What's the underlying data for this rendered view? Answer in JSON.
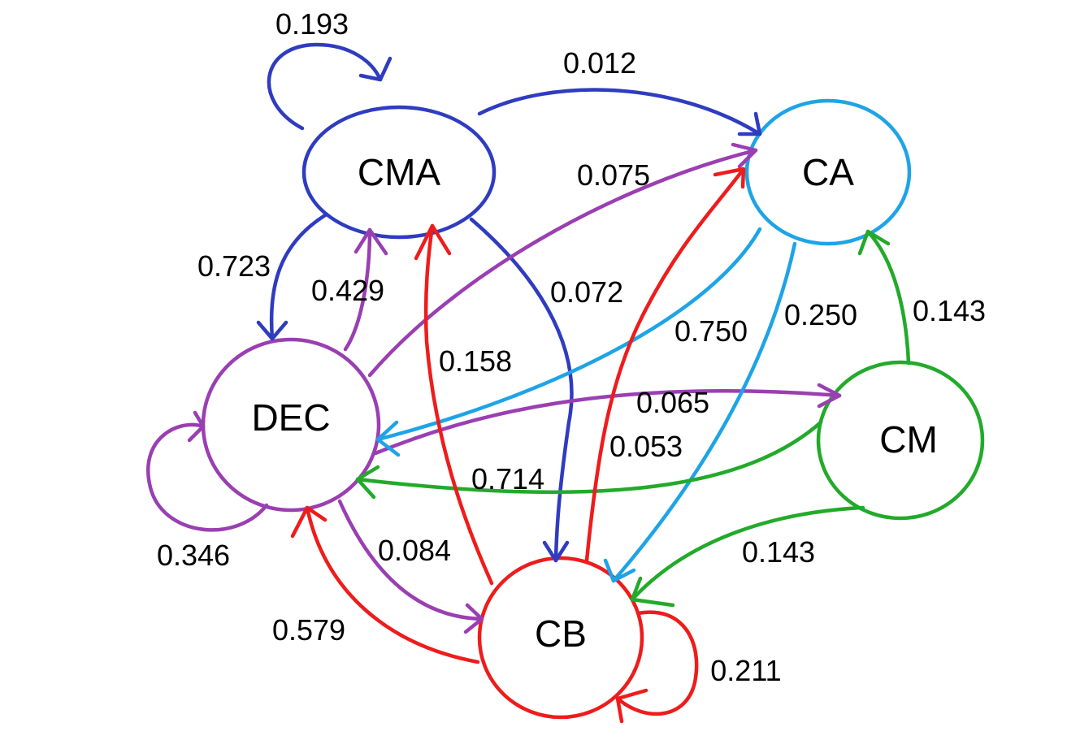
{
  "colors": {
    "CMA": "#2f3cc0",
    "CA": "#1ea4e6",
    "DEC": "#9a3fb2",
    "CM": "#22aa2a",
    "CB": "#ee1c1c"
  },
  "nodes": [
    {
      "id": "CMA",
      "label": "CMA"
    },
    {
      "id": "CA",
      "label": "CA"
    },
    {
      "id": "DEC",
      "label": "DEC"
    },
    {
      "id": "CM",
      "label": "CM"
    },
    {
      "id": "CB",
      "label": "CB"
    }
  ],
  "edges": [
    {
      "from": "CMA",
      "to": "CMA",
      "label": "0.193"
    },
    {
      "from": "CMA",
      "to": "CA",
      "label": "0.012"
    },
    {
      "from": "CMA",
      "to": "DEC",
      "label": "0.723"
    },
    {
      "from": "CMA",
      "to": "CB",
      "label": "0.072"
    },
    {
      "from": "DEC",
      "to": "CMA",
      "label": "0.429"
    },
    {
      "from": "DEC",
      "to": "CA",
      "label": "0.075"
    },
    {
      "from": "DEC",
      "to": "DEC",
      "label": "0.346"
    },
    {
      "from": "DEC",
      "to": "CM",
      "label": "0.065"
    },
    {
      "from": "DEC",
      "to": "CB",
      "label": "0.084"
    },
    {
      "from": "CA",
      "to": "DEC",
      "label": "0.750"
    },
    {
      "from": "CA",
      "to": "CB",
      "label": "0.250"
    },
    {
      "from": "CM",
      "to": "CA",
      "label": "0.143"
    },
    {
      "from": "CM",
      "to": "DEC",
      "label": "0.714"
    },
    {
      "from": "CM",
      "to": "CB",
      "label": "0.143"
    },
    {
      "from": "CB",
      "to": "CMA",
      "label": "0.158"
    },
    {
      "from": "CB",
      "to": "CA",
      "label": "0.053"
    },
    {
      "from": "CB",
      "to": "DEC",
      "label": "0.579"
    },
    {
      "from": "CB",
      "to": "CB",
      "label": "0.211"
    }
  ]
}
